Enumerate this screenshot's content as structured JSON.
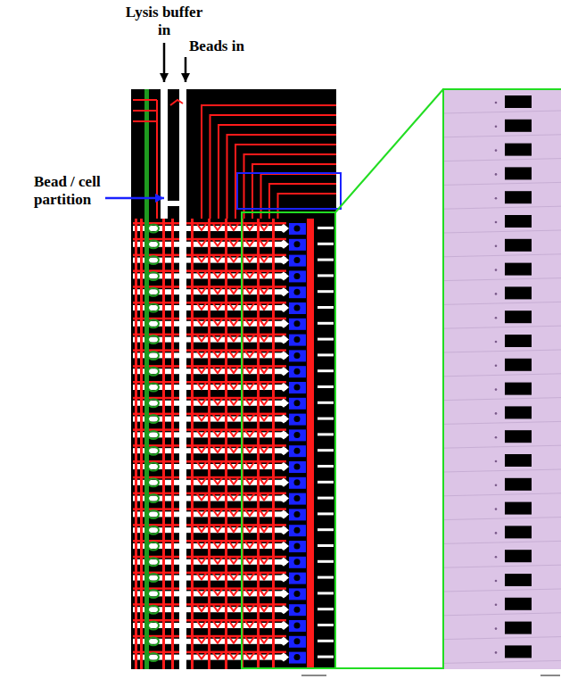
{
  "diagram": {
    "labels": [
      "Lysis buffer in",
      "Beads in",
      "Bead / cell partition"
    ]
  }
}
